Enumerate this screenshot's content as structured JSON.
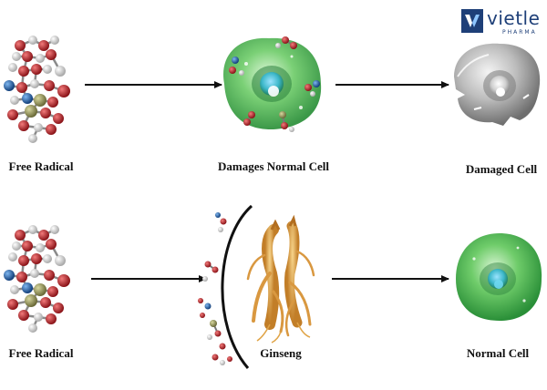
{
  "brand": {
    "name": "vietle",
    "tagline": "PHARMA",
    "color": "#1e3f78"
  },
  "top_row": {
    "stage1_label": "Free Radical",
    "stage2_label": "Damages Normal Cell",
    "stage3_label": "Damaged Cell"
  },
  "bottom_row": {
    "stage1_label": "Free Radical",
    "stage2_label": "Ginseng",
    "stage3_label": "Normal Cell"
  },
  "colors": {
    "atom_red": "#b8232b",
    "atom_blue": "#1d5ea8",
    "atom_white": "#e9e9e9",
    "atom_olive": "#9a9a5a",
    "cell_green": "#3fb14a",
    "cell_gray": "#9a9a9a",
    "ginseng": "#e0a447",
    "arrow": "#111111"
  }
}
